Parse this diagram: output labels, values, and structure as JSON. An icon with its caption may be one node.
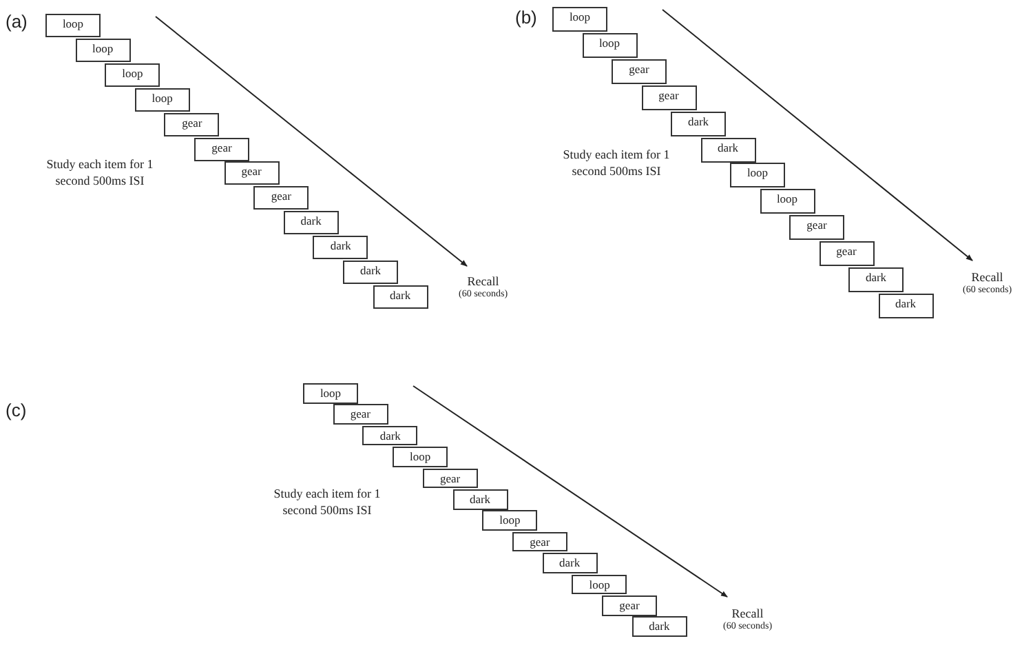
{
  "diagram": {
    "nodes": [
      {
        "text": [
          "loop"
        ]
      },
      {
        "text": [
          "loop"
        ]
      },
      {
        "text": [
          "loop"
        ]
      },
      {
        "text": [
          "loop"
        ]
      },
      {
        "text": [
          "gear"
        ]
      },
      {
        "text": [
          "gear"
        ]
      },
      {
        "text": [
          "gear"
        ]
      },
      {
        "text": [
          "gear"
        ]
      },
      {
        "text": [
          "dark"
        ]
      },
      {
        "text": [
          "dark"
        ]
      },
      {
        "text": [
          "dark"
        ]
      },
      {
        "text": [
          "dark"
        ]
      },
      {
        "text": [
          "Recall",
          "(60 seconds)"
        ]
      },
      {
        "text": [
          "loop"
        ]
      },
      {
        "text": [
          "loop"
        ]
      },
      {
        "text": [
          "gear"
        ]
      },
      {
        "text": [
          "gear"
        ]
      },
      {
        "text": [
          "dark"
        ]
      },
      {
        "text": [
          "dark"
        ]
      },
      {
        "text": [
          "loop"
        ]
      },
      {
        "text": [
          "loop"
        ]
      },
      {
        "text": [
          "gear"
        ]
      },
      {
        "text": [
          "gear"
        ]
      },
      {
        "text": [
          "dark"
        ]
      },
      {
        "text": [
          "dark"
        ]
      },
      {
        "text": [
          "Recall",
          "(60 seconds)"
        ]
      },
      {
        "text": [
          "loop"
        ]
      },
      {
        "text": [
          "gear"
        ]
      },
      {
        "text": [
          "dark"
        ]
      },
      {
        "text": [
          "loop"
        ]
      },
      {
        "text": [
          "gear"
        ]
      },
      {
        "text": [
          "dark"
        ]
      },
      {
        "text": [
          "loop"
        ]
      },
      {
        "text": [
          "gear"
        ]
      },
      {
        "text": [
          "dark"
        ]
      },
      {
        "text": [
          "loop"
        ]
      },
      {
        "text": [
          "gear"
        ]
      },
      {
        "text": [
          "dark"
        ]
      },
      {
        "text": [
          "Recall",
          "(60 seconds)"
        ]
      }
    ],
    "edges": [
      {
        "from": null,
        "to": 12,
        "arrow": "to"
      },
      {
        "from": null,
        "to": 25,
        "arrow": "to"
      },
      {
        "from": null,
        "to": 38,
        "arrow": "to"
      }
    ],
    "labels": [
      "(a)",
      "(b)",
      "Study each item for 1 second 500ms ISI",
      "Study each item for 1 second 500ms ISI",
      "(c)",
      "Study each item for 1 second 500ms ISI"
    ]
  }
}
